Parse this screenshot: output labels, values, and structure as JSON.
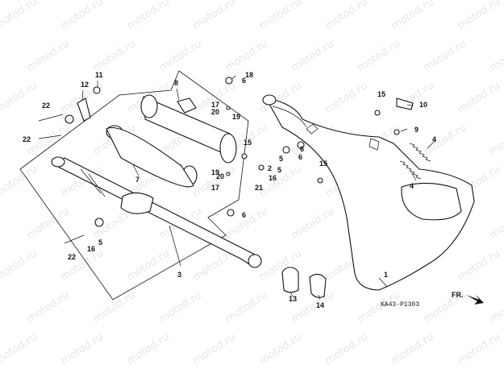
{
  "watermark": "motod.ru",
  "diagram_code": "KA43-P1303",
  "front_marker": "FR.",
  "callouts": [
    "1",
    "2",
    "3",
    "4",
    "4",
    "5",
    "5",
    "5",
    "6",
    "6",
    "6",
    "6",
    "7",
    "8",
    "9",
    "10",
    "11",
    "12",
    "13",
    "14",
    "15",
    "15",
    "15",
    "16",
    "16",
    "17",
    "17",
    "18",
    "19",
    "19",
    "20",
    "20",
    "21",
    "22",
    "22",
    "22"
  ]
}
